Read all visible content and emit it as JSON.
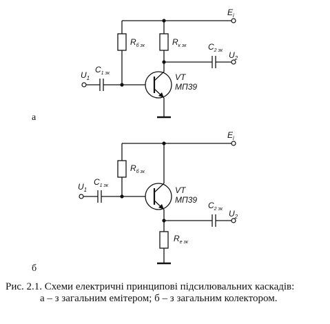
{
  "circuit_a": {
    "supply": "E",
    "supply_sub": "i",
    "r_base": "R",
    "r_base_sub": "б зк",
    "r_load": "R",
    "r_load_sub": "к зк",
    "c_in": "C",
    "c_in_sub": "1 зк",
    "c_out": "C",
    "c_out_sub": "2 зк",
    "u_in": "U",
    "u_in_sub": "1",
    "u_out": "U",
    "u_out_sub": "2",
    "transistor_ref": "VT",
    "transistor_type": "МП39",
    "panel_label": "а"
  },
  "circuit_b": {
    "supply": "E",
    "supply_sub": "i",
    "r_base": "R",
    "r_base_sub": "б зк",
    "r_emitter": "R",
    "r_emitter_sub": "е зк",
    "c_in": "C",
    "c_in_sub": "1 зк",
    "c_out": "C",
    "c_out_sub": "2 зк",
    "u_in": "U",
    "u_in_sub": "1",
    "u_out": "U",
    "u_out_sub": "2",
    "transistor_ref": "VT",
    "transistor_type": "МП39",
    "panel_label": "б"
  },
  "caption": {
    "line1": "Рис. 2.1. Схеми електричні принципові підсилювальних каскадів:",
    "line2": "а – з загальним емітером; б – з загальним колектором."
  }
}
